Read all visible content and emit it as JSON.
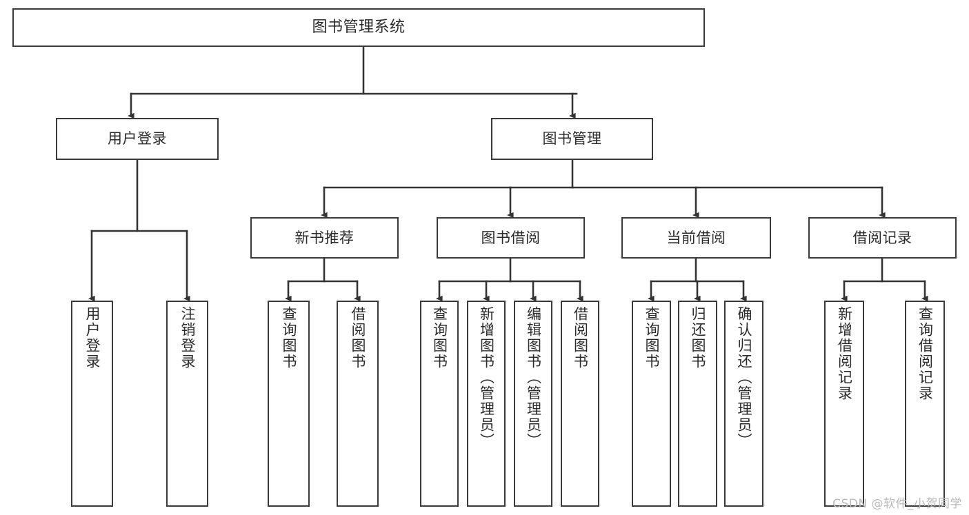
{
  "diagram": {
    "type": "tree",
    "title": "图书管理系统",
    "colors": {
      "box_border": "#3a3a3a",
      "box_fill": "#ffffff",
      "connector": "#333333",
      "text": "#2b2b2b",
      "watermark": "#b9b9b9",
      "background": "#ffffff"
    },
    "nodes": {
      "root": {
        "label": "图书管理系统",
        "level": 0
      },
      "user_login": {
        "label": "用户登录",
        "level": 1
      },
      "book_manage": {
        "label": "图书管理",
        "level": 1
      },
      "new_book_rec": {
        "label": "新书推荐",
        "level": 2
      },
      "book_borrow": {
        "label": "图书借阅",
        "level": 2
      },
      "current_borrow": {
        "label": "当前借阅",
        "level": 2
      },
      "borrow_record": {
        "label": "借阅记录",
        "level": 2
      },
      "leaf_user_login": {
        "label": "用户登录",
        "level": 3
      },
      "leaf_user_logout": {
        "label": "注销登录",
        "level": 3
      },
      "leaf_query_book_a": {
        "label": "查询图书",
        "level": 3
      },
      "leaf_borrow_book_a": {
        "label": "借阅图书",
        "level": 3
      },
      "leaf_query_book_b": {
        "label": "查询图书",
        "level": 3
      },
      "leaf_add_book": {
        "label": "新增图书（管理员）",
        "level": 3
      },
      "leaf_edit_book": {
        "label": "编辑图书（管理员）",
        "level": 3
      },
      "leaf_borrow_book_b": {
        "label": "借阅图书",
        "level": 3
      },
      "leaf_query_book_c": {
        "label": "查询图书",
        "level": 3
      },
      "leaf_return_book": {
        "label": "归还图书",
        "level": 3
      },
      "leaf_confirm_return": {
        "label": "确认归还（管理员）",
        "level": 3
      },
      "leaf_add_record": {
        "label": "新增借阅记录",
        "level": 3
      },
      "leaf_query_record": {
        "label": "查询借阅记录",
        "level": 3
      }
    },
    "edges": [
      {
        "from": "root",
        "to": "user_login"
      },
      {
        "from": "root",
        "to": "book_manage"
      },
      {
        "from": "user_login",
        "to": "leaf_user_login"
      },
      {
        "from": "user_login",
        "to": "leaf_user_logout"
      },
      {
        "from": "book_manage",
        "to": "new_book_rec"
      },
      {
        "from": "book_manage",
        "to": "book_borrow"
      },
      {
        "from": "book_manage",
        "to": "current_borrow"
      },
      {
        "from": "book_manage",
        "to": "borrow_record"
      },
      {
        "from": "new_book_rec",
        "to": "leaf_query_book_a"
      },
      {
        "from": "new_book_rec",
        "to": "leaf_borrow_book_a"
      },
      {
        "from": "book_borrow",
        "to": "leaf_query_book_b"
      },
      {
        "from": "book_borrow",
        "to": "leaf_add_book"
      },
      {
        "from": "book_borrow",
        "to": "leaf_edit_book"
      },
      {
        "from": "book_borrow",
        "to": "leaf_borrow_book_b"
      },
      {
        "from": "current_borrow",
        "to": "leaf_query_book_c"
      },
      {
        "from": "current_borrow",
        "to": "leaf_return_book"
      },
      {
        "from": "current_borrow",
        "to": "leaf_confirm_return"
      },
      {
        "from": "borrow_record",
        "to": "leaf_add_record"
      },
      {
        "from": "borrow_record",
        "to": "leaf_query_record"
      }
    ]
  },
  "watermark": {
    "text": "CSDN @软件_小贺同学"
  }
}
